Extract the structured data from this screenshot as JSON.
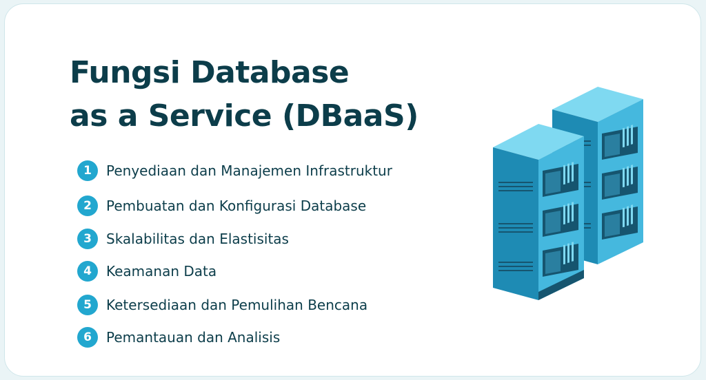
{
  "title": {
    "line1": "Fungsi Database",
    "line2": "as a Service (DBaaS)"
  },
  "items": [
    {
      "number": "1",
      "label": "Penyediaan dan Manajemen Infrastruktur"
    },
    {
      "number": "2",
      "label": "Pembuatan dan Konfigurasi Database"
    },
    {
      "number": "3",
      "label": "Skalabilitas dan Elastisitas"
    },
    {
      "number": "4",
      "label": "Keamanan Data"
    },
    {
      "number": "5",
      "label": "Ketersediaan dan Pemulihan Bencana"
    },
    {
      "number": "6",
      "label": "Pemantauan dan Analisis"
    }
  ],
  "illustration": {
    "icon": "server-rack-icon"
  },
  "colors": {
    "title_text": "#0c3d4a",
    "badge": "#22a7cf",
    "server_top": "#7fd9f1",
    "server_front": "#45b8de",
    "server_side": "#1e8bb4",
    "panel": "#16556f"
  }
}
